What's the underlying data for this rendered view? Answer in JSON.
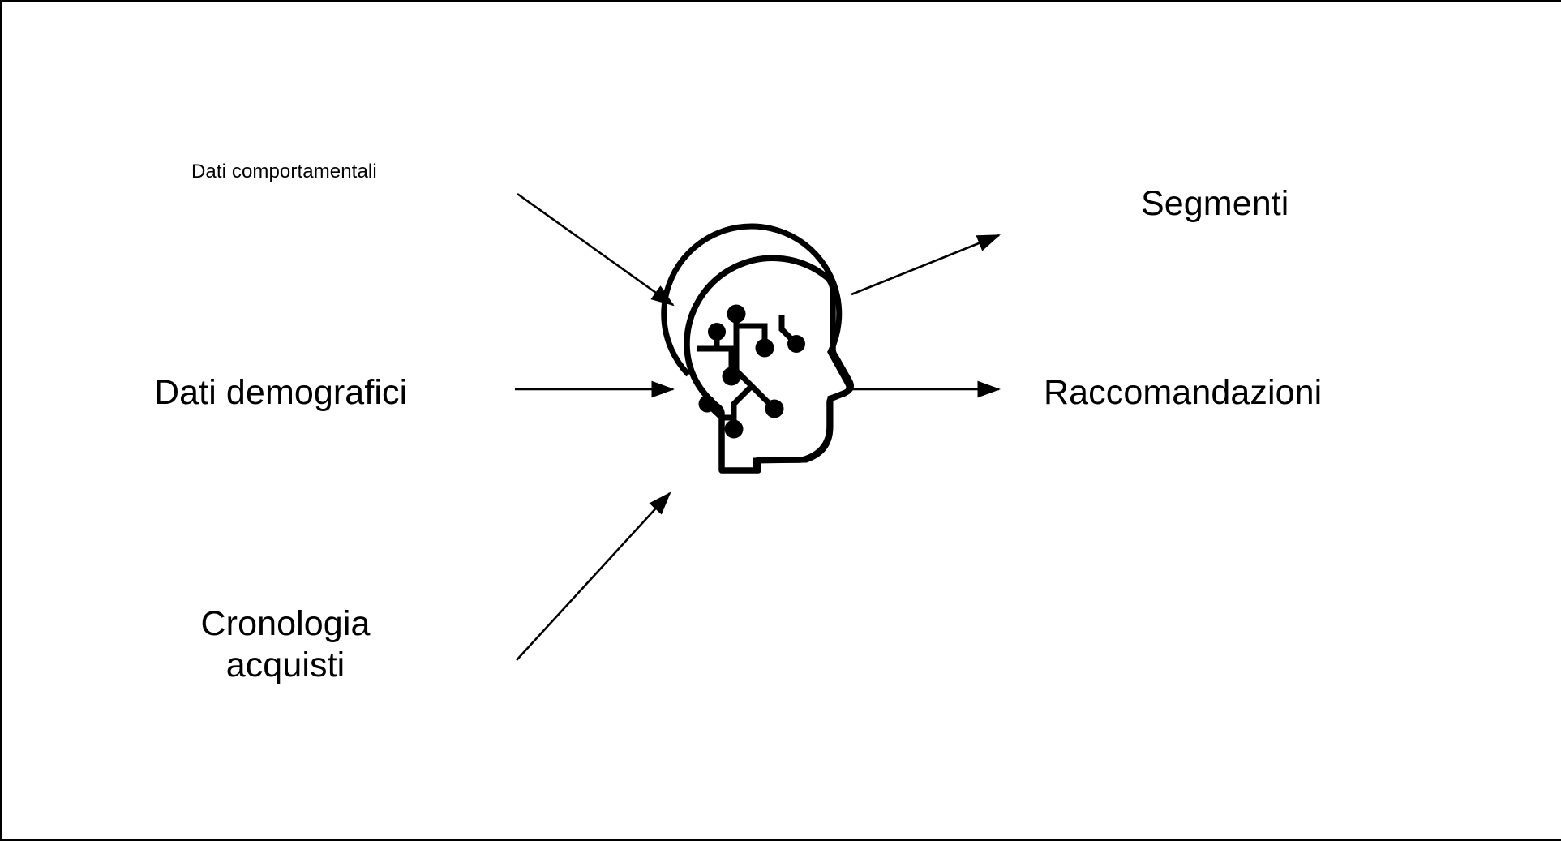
{
  "diagram": {
    "type": "ai-personalization-flow",
    "stroke_color": "#000000",
    "background_color": "#ffffff",
    "center_icon": {
      "name": "ai-head-circuit-icon",
      "description": "Side profile of a human head containing a circuit-board brain pattern"
    },
    "inputs": [
      {
        "id": "behavioral",
        "label": "Dati comportamentali"
      },
      {
        "id": "demographic",
        "label": "Dati demografici"
      },
      {
        "id": "purchase",
        "label": "Cronologia\nacquisti",
        "line1": "Cronologia",
        "line2": "acquisti"
      }
    ],
    "outputs": [
      {
        "id": "segments",
        "label": "Segmenti"
      },
      {
        "id": "recommendations",
        "label": "Raccomandazioni"
      }
    ],
    "arrows": [
      {
        "id": "arrow-behavioral-to-brain",
        "from": "behavioral",
        "to": "center_icon",
        "direction": "down-right"
      },
      {
        "id": "arrow-demographic-to-brain",
        "from": "demographic",
        "to": "center_icon",
        "direction": "right"
      },
      {
        "id": "arrow-purchase-to-brain",
        "from": "purchase",
        "to": "center_icon",
        "direction": "up-right"
      },
      {
        "id": "arrow-brain-to-segments",
        "from": "center_icon",
        "to": "segments",
        "direction": "up-right"
      },
      {
        "id": "arrow-brain-to-recommendations",
        "from": "center_icon",
        "to": "recommendations",
        "direction": "right"
      }
    ]
  }
}
